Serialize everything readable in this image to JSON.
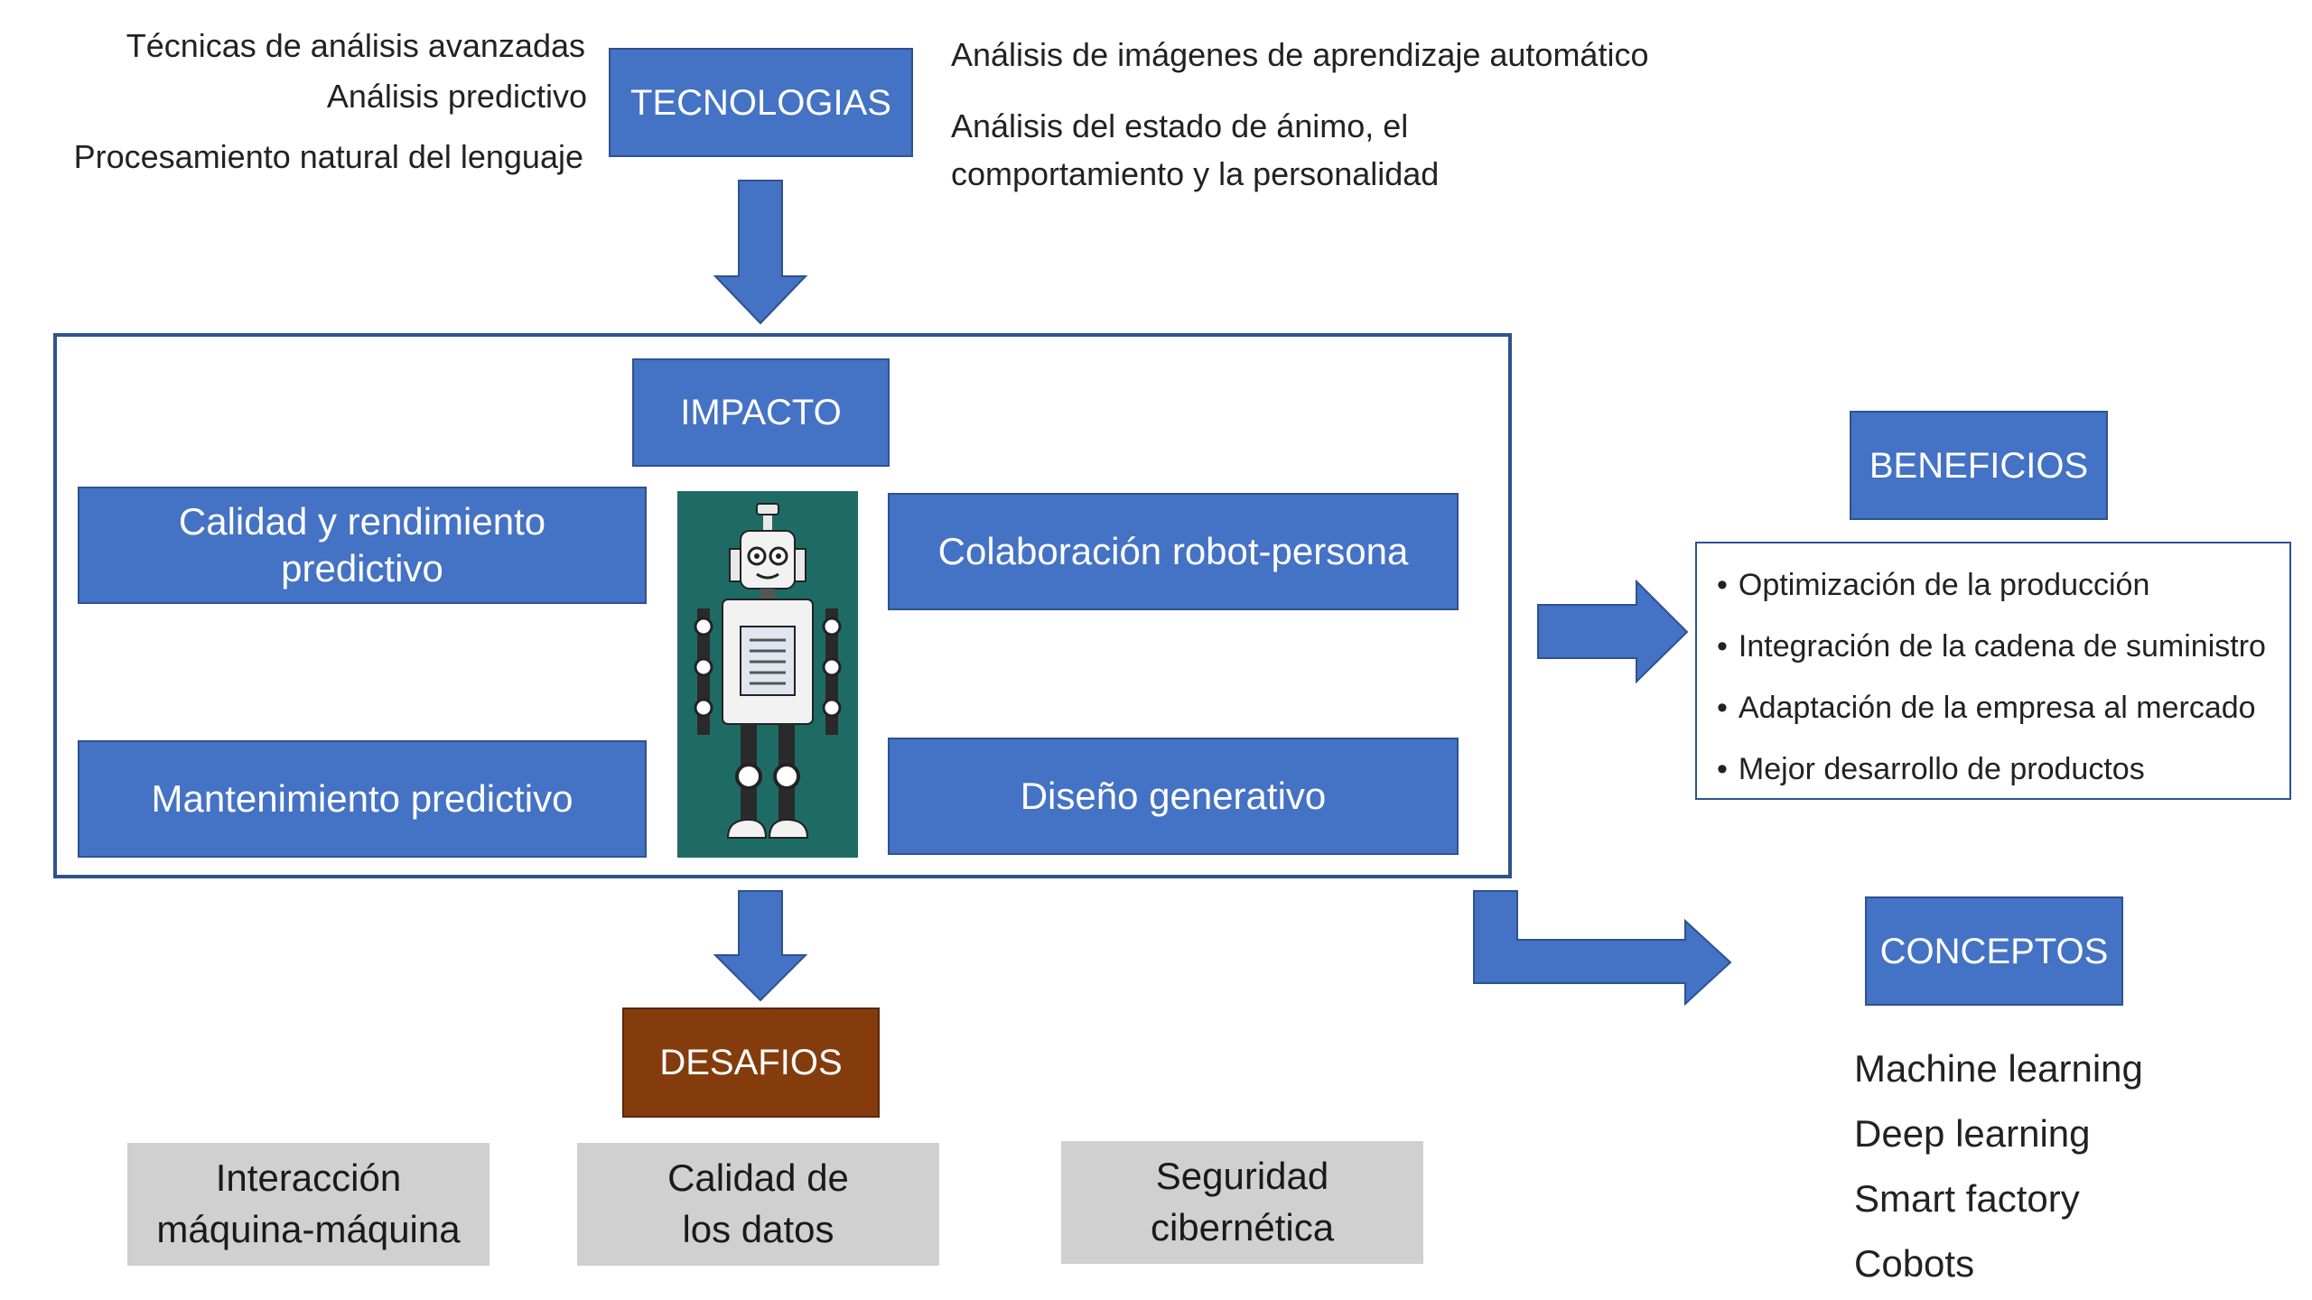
{
  "tecnologias": {
    "title": "TECNOLOGIAS",
    "left_items": [
      "Técnicas de análisis avanzadas",
      "Análisis predictivo",
      "Procesamiento natural del lenguaje"
    ],
    "right_item_1": "Análisis de imágenes de aprendizaje automático",
    "right_item_2_line1": "Análisis del estado de ánimo, el",
    "right_item_2_line2": "comportamiento y la personalidad"
  },
  "impacto": {
    "title": "IMPACTO",
    "calidad_line1": "Calidad y rendimiento",
    "calidad_line2": "predictivo",
    "colaboracion": "Colaboración robot-persona",
    "mantenimiento": "Mantenimiento predictivo",
    "diseno": "Diseño generativo"
  },
  "beneficios": {
    "title": "BENEFICIOS",
    "items": [
      "Optimización de la producción",
      "Integración de la cadena de suministro",
      "Adaptación de la empresa al mercado",
      "Mejor desarrollo de productos"
    ]
  },
  "conceptos": {
    "title": "CONCEPTOS",
    "items": [
      "Machine learning",
      "Deep learning",
      "Smart factory",
      "Cobots"
    ]
  },
  "desafios": {
    "title": "DESAFIOS",
    "item1_line1": "Interacción",
    "item1_line2": "máquina-máquina",
    "item2_line1": "Calidad de",
    "item2_line2": "los datos",
    "item3_line1": "Seguridad",
    "item3_line2": "cibernética"
  },
  "colors": {
    "box_blue": "#4472c4",
    "box_border": "#2f528f",
    "desafios_brown": "#843c0c",
    "gray": "#d0d0d0",
    "robot_bg": "#1e6b66"
  }
}
